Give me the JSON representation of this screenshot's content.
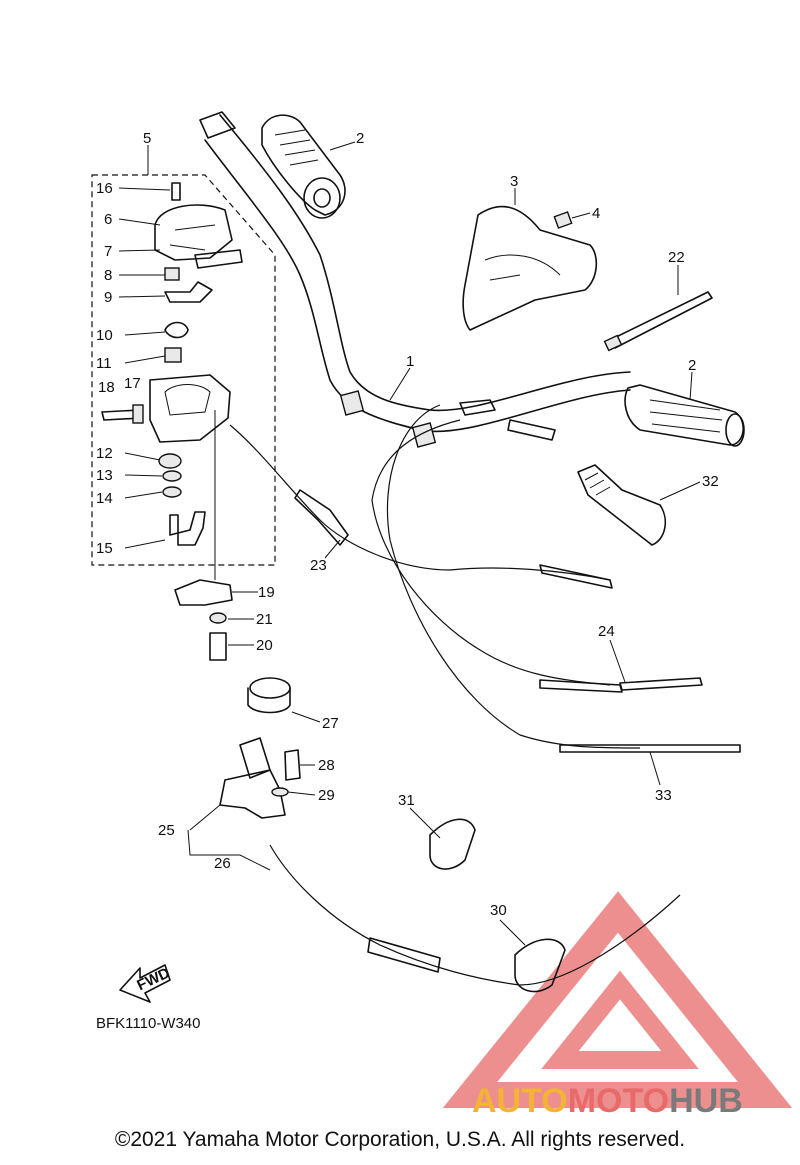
{
  "diagram": {
    "code": "BFK1110-W340",
    "fwd_label": "FWD",
    "callouts": [
      {
        "id": "c1",
        "text": "1"
      },
      {
        "id": "c2a",
        "text": "2"
      },
      {
        "id": "c2b",
        "text": "2"
      },
      {
        "id": "c3",
        "text": "3"
      },
      {
        "id": "c4",
        "text": "4"
      },
      {
        "id": "c5",
        "text": "5"
      },
      {
        "id": "c6",
        "text": "6"
      },
      {
        "id": "c7",
        "text": "7"
      },
      {
        "id": "c8",
        "text": "8"
      },
      {
        "id": "c9",
        "text": "9"
      },
      {
        "id": "c10",
        "text": "10"
      },
      {
        "id": "c11",
        "text": "11"
      },
      {
        "id": "c12",
        "text": "12"
      },
      {
        "id": "c13",
        "text": "13"
      },
      {
        "id": "c14",
        "text": "14"
      },
      {
        "id": "c15",
        "text": "15"
      },
      {
        "id": "c16",
        "text": "16"
      },
      {
        "id": "c17",
        "text": "17"
      },
      {
        "id": "c18",
        "text": "18"
      },
      {
        "id": "c19",
        "text": "19"
      },
      {
        "id": "c20",
        "text": "20"
      },
      {
        "id": "c21",
        "text": "21"
      },
      {
        "id": "c22",
        "text": "22"
      },
      {
        "id": "c23",
        "text": "23"
      },
      {
        "id": "c24",
        "text": "24"
      },
      {
        "id": "c25",
        "text": "25"
      },
      {
        "id": "c26",
        "text": "26"
      },
      {
        "id": "c27",
        "text": "27"
      },
      {
        "id": "c28",
        "text": "28"
      },
      {
        "id": "c29",
        "text": "29"
      },
      {
        "id": "c30",
        "text": "30"
      },
      {
        "id": "c31",
        "text": "31"
      },
      {
        "id": "c32",
        "text": "32"
      },
      {
        "id": "c33",
        "text": "33"
      }
    ]
  },
  "watermark": {
    "part1": "AUTO",
    "part2": "MOTO",
    "part3": "HUB",
    "color_orange": "#f5b335",
    "color_red": "#e86a6a",
    "color_gray": "#7a7a7a"
  },
  "footer": {
    "copyright": "©2021 Yamaha Motor Corporation, U.S.A. All rights reserved."
  }
}
